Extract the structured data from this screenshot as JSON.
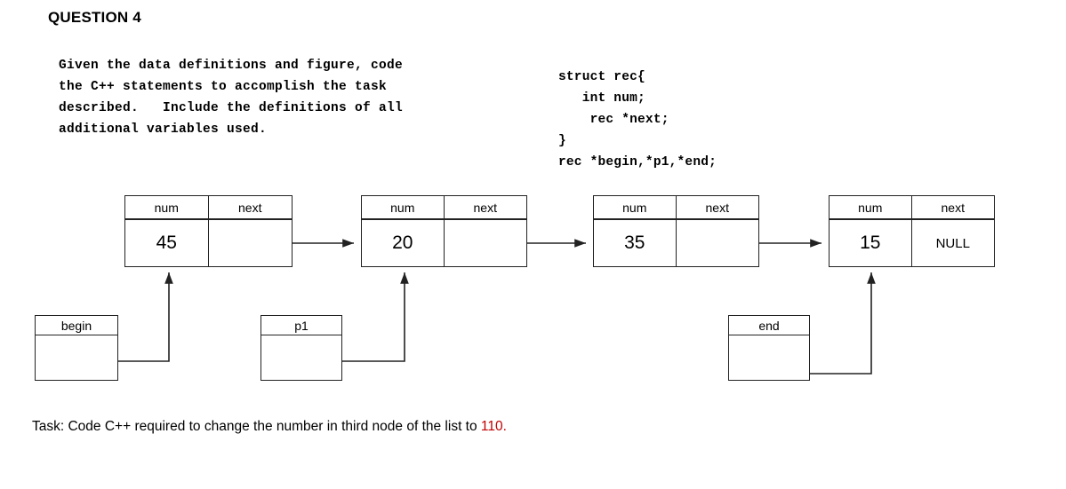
{
  "page": {
    "title": "QUESTION 4",
    "instructions": "Given the data definitions and figure, code\nthe C++ statements to accomplish the task\ndescribed.   Include the definitions of all\nadditional variables used.",
    "struct_code": "struct rec{\n   int num;\n    rec *next;\n}\nrec *begin,*p1,*end;",
    "task_prefix": "Task: Code C++ required to change the number in third node of the list to ",
    "task_value": "110."
  },
  "diagram": {
    "column_headers": {
      "num": "num",
      "next": "next"
    },
    "nodes": [
      {
        "num": "45",
        "next": ""
      },
      {
        "num": "20",
        "next": ""
      },
      {
        "num": "35",
        "next": ""
      },
      {
        "num": "15",
        "next": "NULL"
      }
    ],
    "pointers": [
      {
        "label": "begin",
        "value": ""
      },
      {
        "label": "p1",
        "value": ""
      },
      {
        "label": "end",
        "value": ""
      }
    ]
  }
}
